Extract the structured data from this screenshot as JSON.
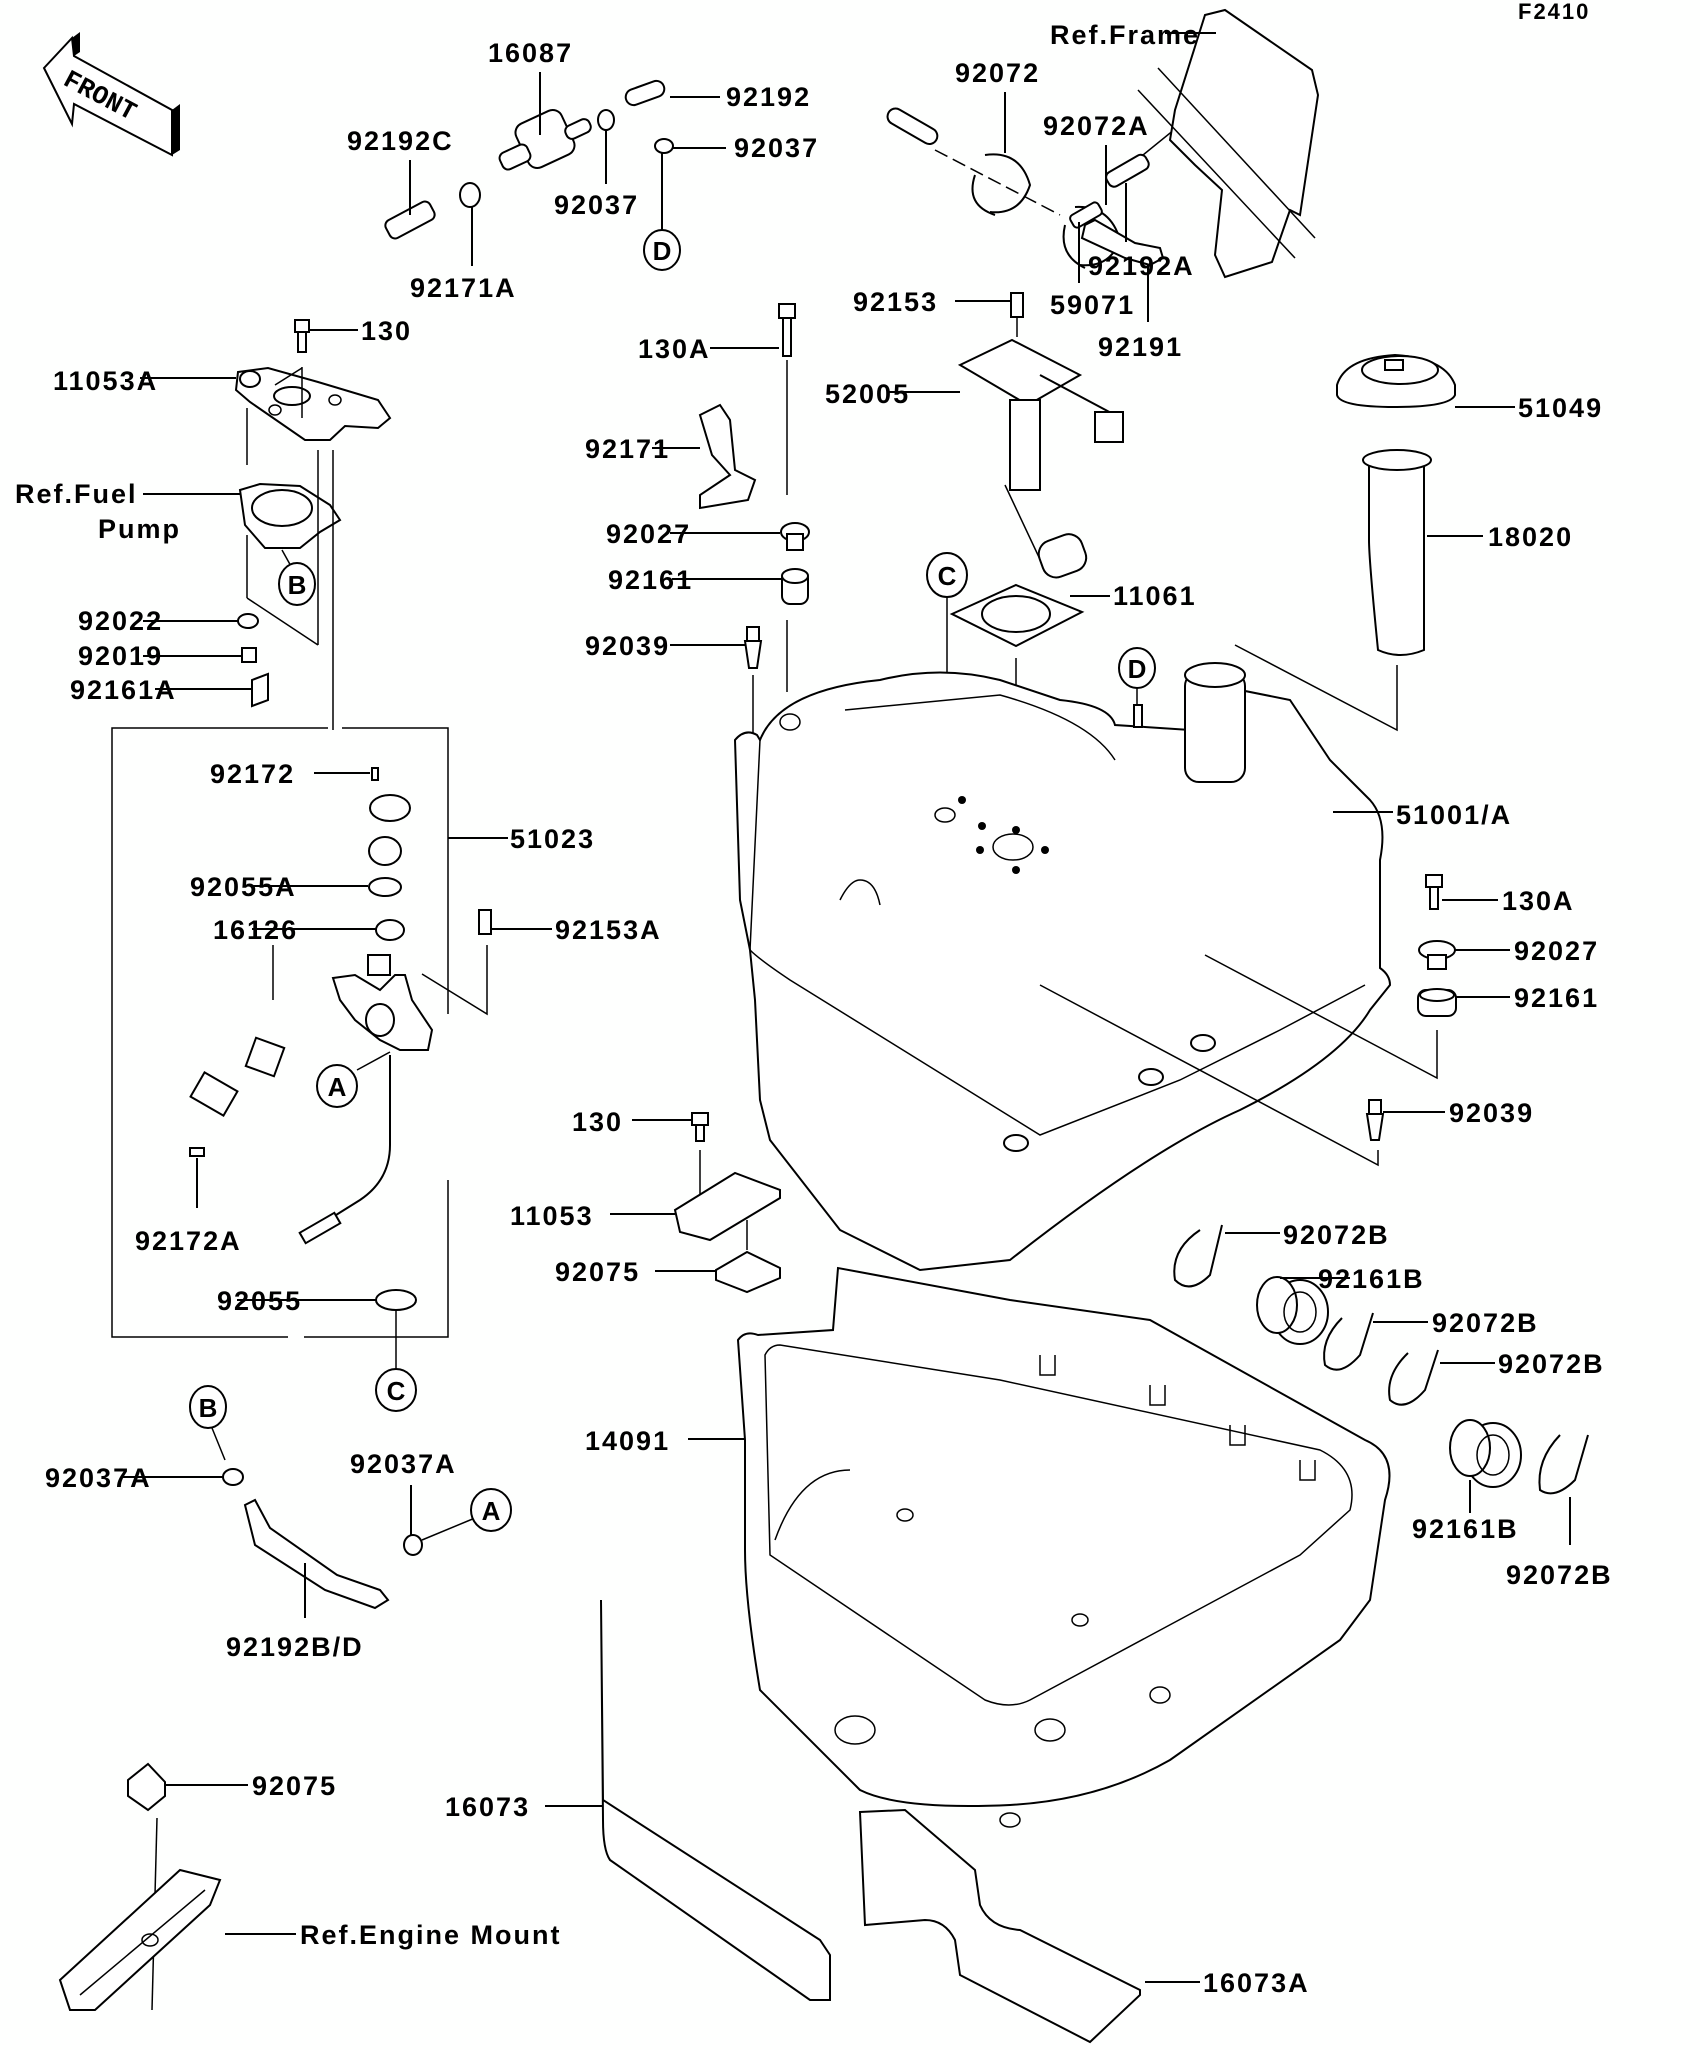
{
  "diagram": {
    "figure_code": "F2410",
    "front_indicator": "FRONT",
    "labels": {
      "p16087": "16087",
      "p92192": "92192",
      "p92037_top": "92037",
      "p92037_left": "92037",
      "p92192C": "92192C",
      "p92171A": "92171A",
      "p130_top": "130",
      "p11053A": "11053A",
      "ref_fuel_pump_1": "Ref.Fuel",
      "ref_fuel_pump_2": "Pump",
      "p92022": "92022",
      "p92019": "92019",
      "p92161A": "92161A",
      "p92172": "92172",
      "p51023": "51023",
      "p92055A": "92055A",
      "p16126": "16126",
      "p92153A": "92153A",
      "p92172A": "92172A",
      "p92055": "92055",
      "p92037A_left": "92037A",
      "p92037A_right": "92037A",
      "p92192BD": "92192B/D",
      "p92075_bottom": "92075",
      "ref_engine_mount": "Ref.Engine Mount",
      "p16073": "16073",
      "p16073A": "16073A",
      "p92072": "92072",
      "p92072A": "92072A",
      "p92191": "92191",
      "p59071": "59071",
      "p92192A": "92192A",
      "ref_frame": "Ref.Frame",
      "p92153": "92153",
      "p130A_left": "130A",
      "p52005": "52005",
      "p92171": "92171",
      "p92027_left": "92027",
      "p92161_left": "92161",
      "p92039_left": "92039",
      "p11061": "11061",
      "p51049": "51049",
      "p18020": "18020",
      "p51001A": "51001/A",
      "p130A_right": "130A",
      "p92027_right": "92027",
      "p92161_right": "92161",
      "p92039_right": "92039",
      "p130_mid": "130",
      "p11053": "11053",
      "p92075_mid": "92075",
      "p14091": "14091",
      "p92072B_1": "92072B",
      "p92161B_1": "92161B",
      "p92072B_2": "92072B",
      "p92072B_3": "92072B",
      "p92161B_2": "92161B",
      "p92072B_4": "92072B"
    },
    "callouts": {
      "A": "A",
      "B": "B",
      "C": "C",
      "D": "D"
    }
  }
}
